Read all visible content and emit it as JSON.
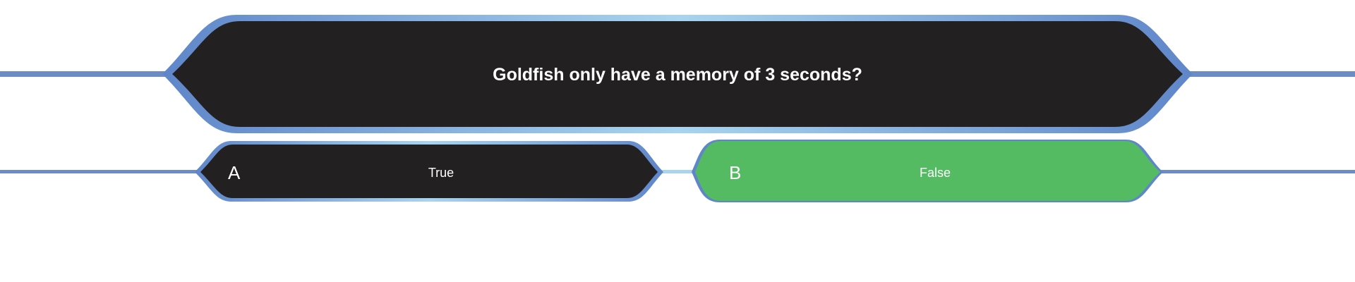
{
  "colors": {
    "connector": "#6b8cc6",
    "frame_outer": "#5f86c9",
    "frame_inner": "#a9d4ef",
    "panel_dark": "#232021",
    "answer_selected": "#54bb63",
    "text": "#ffffff"
  },
  "question": {
    "text": "Goldfish only have a memory of 3 seconds?"
  },
  "answers": [
    {
      "letter": "A",
      "text": "True",
      "state": "default"
    },
    {
      "letter": "B",
      "text": "False",
      "state": "selected"
    }
  ]
}
